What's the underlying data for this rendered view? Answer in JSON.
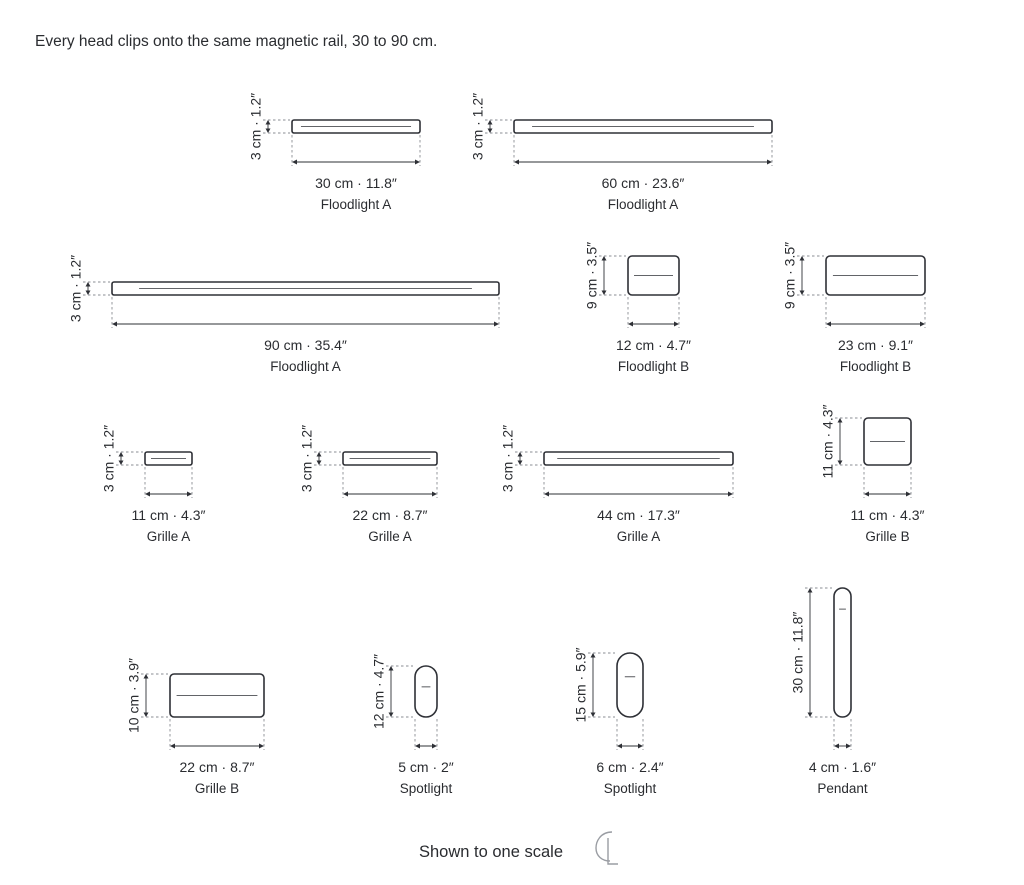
{
  "intro": "Every head clips onto the same magnetic rail, 30 to 90 cm.",
  "footer": {
    "scale_note": "Shown to one scale",
    "logo_icon": "cl-monogram-logo"
  },
  "products": [
    {
      "name": "Floodlight A",
      "width_label": "30 cm · 11.8″",
      "height_label": "3 cm · 1.2″"
    },
    {
      "name": "Floodlight A",
      "width_label": "60 cm · 23.6″",
      "height_label": "3 cm · 1.2″"
    },
    {
      "name": "Floodlight A",
      "width_label": "90 cm · 35.4″",
      "height_label": "3 cm · 1.2″"
    },
    {
      "name": "Floodlight B",
      "width_label": "12 cm · 4.7″",
      "height_label": "9 cm · 3.5″"
    },
    {
      "name": "Floodlight B",
      "width_label": "23 cm · 9.1″",
      "height_label": "9 cm · 3.5″"
    },
    {
      "name": "Grille A",
      "width_label": "11 cm · 4.3″",
      "height_label": "3 cm · 1.2″"
    },
    {
      "name": "Grille A",
      "width_label": "22 cm · 8.7″",
      "height_label": "3 cm · 1.2″"
    },
    {
      "name": "Grille A",
      "width_label": "44 cm · 17.3″",
      "height_label": "3 cm · 1.2″"
    },
    {
      "name": "Grille B",
      "width_label": "11 cm · 4.3″",
      "height_label": "11 cm · 4.3″"
    },
    {
      "name": "Grille B",
      "width_label": "22 cm · 8.7″",
      "height_label": "10 cm · 3.9″"
    },
    {
      "name": "Spotlight",
      "width_label": "5 cm · 2″",
      "height_label": "12 cm · 4.7″"
    },
    {
      "name": "Spotlight",
      "width_label": "6 cm · 2.4″",
      "height_label": "15 cm · 5.9″"
    },
    {
      "name": "Pendant",
      "width_label": "4 cm · 1.6″",
      "height_label": "30 cm · 11.8″"
    }
  ]
}
